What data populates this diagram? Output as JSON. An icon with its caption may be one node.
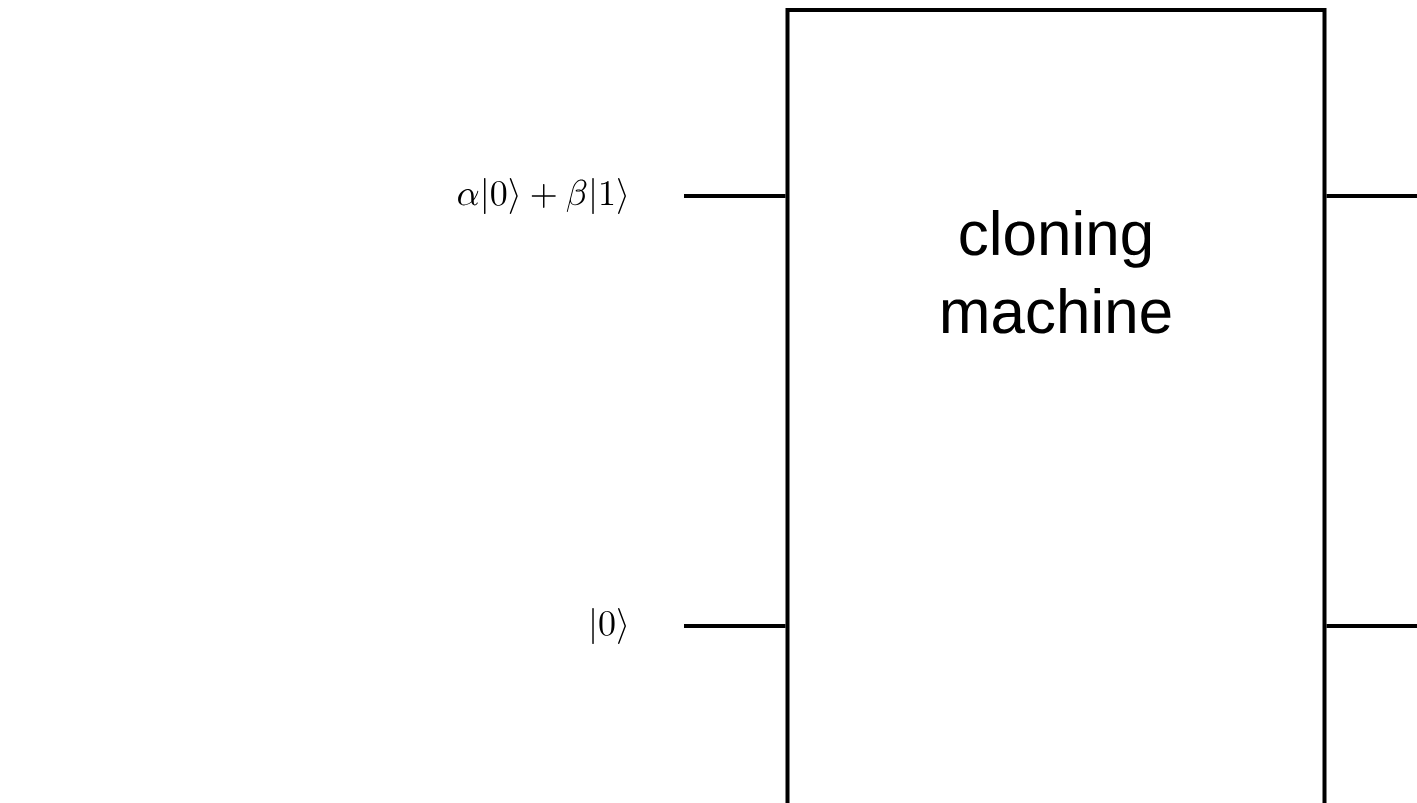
{
  "diagram": {
    "nodes": [
      {
        "text": [
          "\\alpha|0\\rangle + \\beta|1\\rangle"
        ]
      },
      {
        "text": [
          "|0\\rangle"
        ]
      },
      {
        "text": [
          "cloning machine"
        ]
      }
    ],
    "edges": [
      {
        "from": 0,
        "to": 2,
        "arrow": "none"
      },
      {
        "from": 1,
        "to": 2,
        "arrow": "none"
      },
      {
        "from": 2,
        "to": null,
        "arrow": "none"
      },
      {
        "from": 2,
        "to": null,
        "arrow": "none"
      }
    ]
  }
}
